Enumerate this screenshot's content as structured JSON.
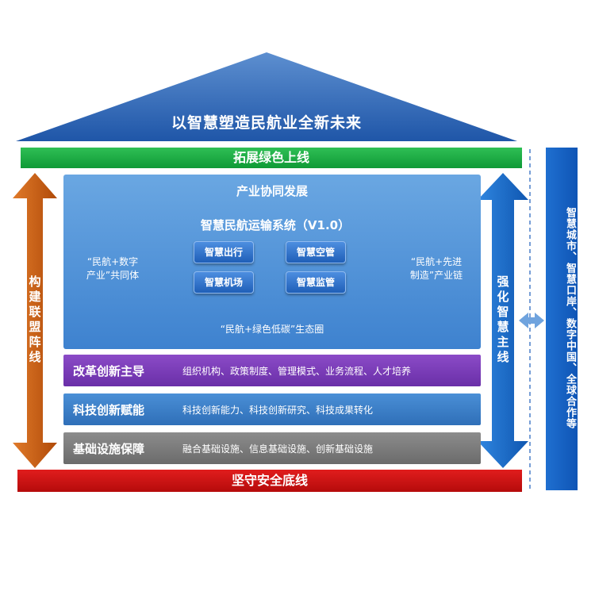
{
  "roof": {
    "title": "以智慧塑造民航业全新未来"
  },
  "top_bar": {
    "label": "拓展绿色上线"
  },
  "bottom_bar": {
    "label": "坚守安全底线"
  },
  "left_arrow": {
    "label": "构建联盟阵线"
  },
  "right_arrow": {
    "label": "强化智慧主线"
  },
  "industry": {
    "title": "产业协同发展",
    "left_text": "“民航+数字\n产业”共同体",
    "right_text": "“民航+先进\n制造”产业链",
    "eco_text": "“民航+绿色低碳”生态圈"
  },
  "system": {
    "title": "智慧民航运输系统（V1.0）",
    "items": [
      "智慧出行",
      "智慧空管",
      "智慧机场",
      "智慧监管"
    ]
  },
  "rows": [
    {
      "main": "改革创新主导",
      "sub": "组织机构、政策制度、管理模式、业务流程、人才培养"
    },
    {
      "main": "科技创新赋能",
      "sub": "科技创新能力、科技创新研究、科技成果转化"
    },
    {
      "main": "基础设施保障",
      "sub": "融合基础设施、信息基础设施、创新基础设施"
    }
  ],
  "right_panel": {
    "label": "智慧城市、智慧口岸、数字中国、全球合作等"
  },
  "colors": {
    "roof": "#2a63b0",
    "green": "#14a03c",
    "red": "#cc1111",
    "orange_arrow": "#c75a10",
    "blue_arrow": "#1768c8",
    "purple": "#7a3cb8",
    "gray": "#7b7b7b"
  }
}
